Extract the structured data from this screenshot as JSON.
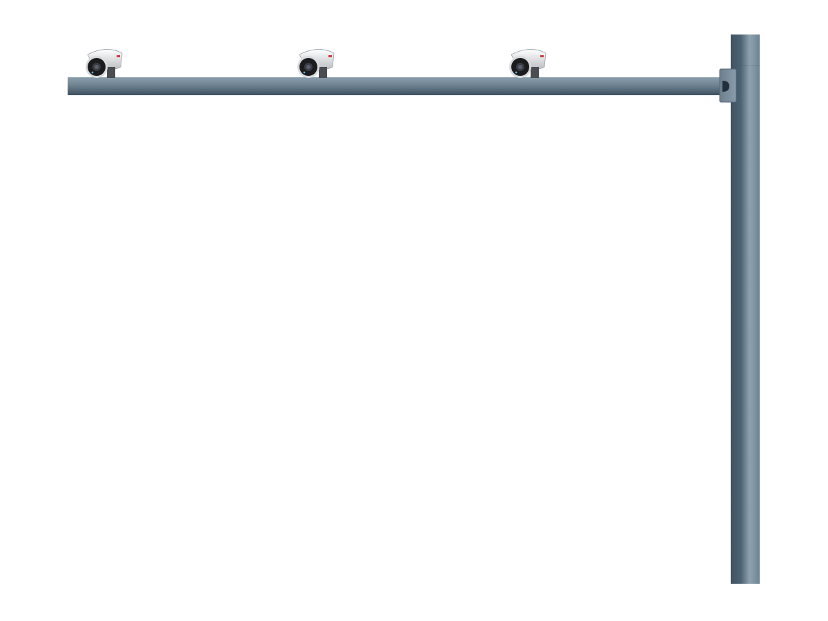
{
  "scene": {
    "description_items": [
      "pole",
      "arm",
      "bracket",
      "camera",
      "camera",
      "camera"
    ],
    "colors": {
      "background": "#ffffff",
      "pole_dark": "#3f5465",
      "pole_light": "#8a9dab",
      "camera_body": "#e8e9ec",
      "camera_lens": "#1c1c1e",
      "camera_accent": "#d23a3a"
    },
    "camera_count": 3
  }
}
